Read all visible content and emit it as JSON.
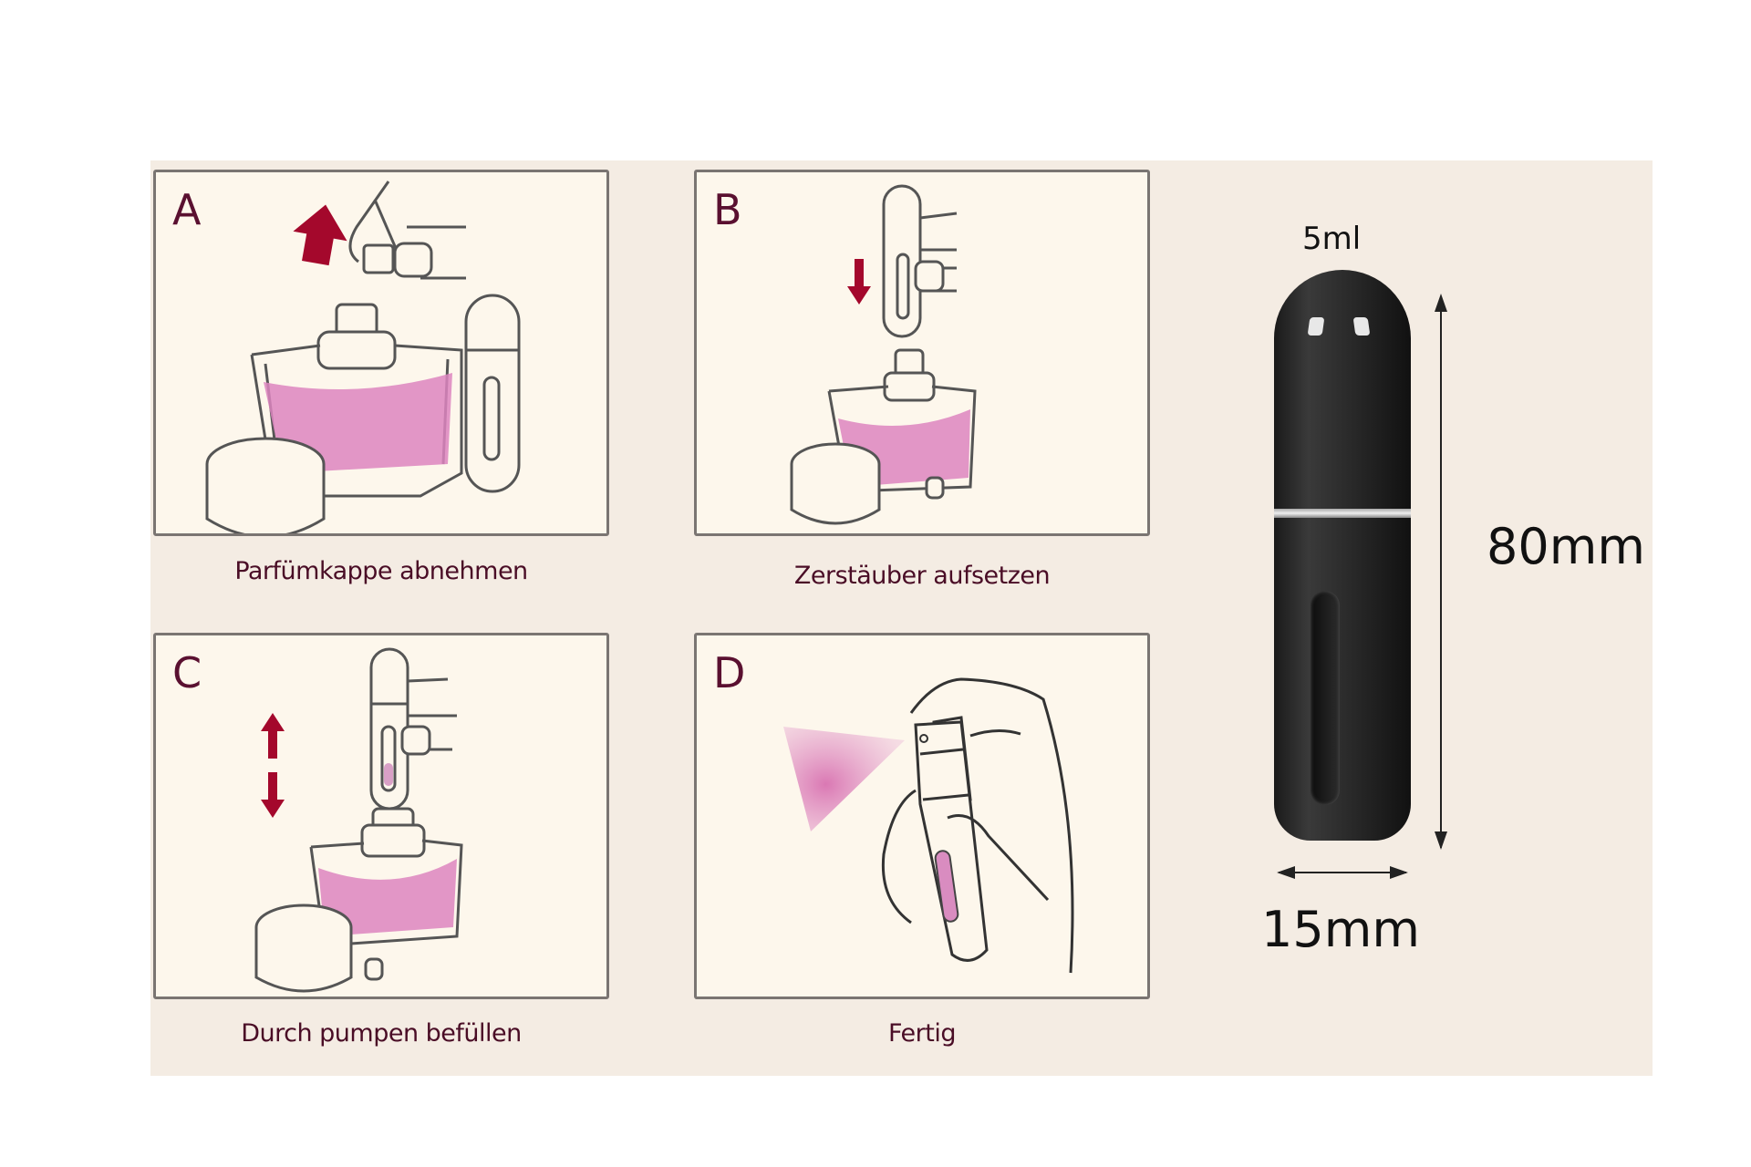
{
  "steps": [
    {
      "letter": "A",
      "caption": "Parfümkappe abnehmen"
    },
    {
      "letter": "B",
      "caption": "Zerstäuber aufsetzen"
    },
    {
      "letter": "C",
      "caption": "Durch pumpen befüllen"
    },
    {
      "letter": "D",
      "caption": "Fertig"
    }
  ],
  "product": {
    "volume": "5ml",
    "height": "80mm",
    "width": "15mm"
  },
  "colors": {
    "caption_text": "#4a0d26",
    "arrow_red": "#a4082c",
    "perfume_pink": "#dd85c0",
    "panel_bg": "#fdf7ec",
    "bottle_black": "#1a1a1a"
  }
}
